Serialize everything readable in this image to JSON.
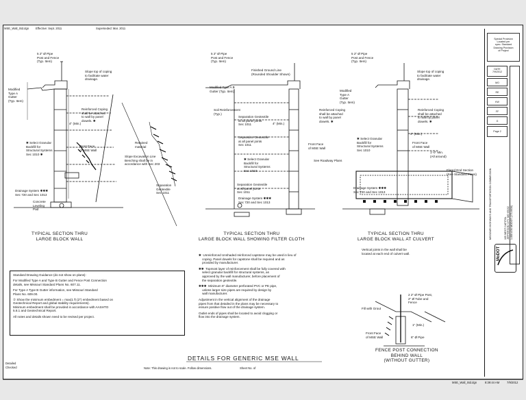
{
  "header": {
    "file_ref": "MSE_Wall_Std.dgn",
    "effective": "Effective: Sept. 2011",
    "superseded": "Superseded: Mar. 2011"
  },
  "footer": {
    "left_line1": "Detailed",
    "left_line2": "Checked",
    "note": "Note: This drawing is not to scale. Follow dimensions.",
    "sheet": "Sheet No.      of",
    "right_file": "MSE_Wall_Std.dgn",
    "right_time": "8:39:44 AM",
    "right_date": "7/9/2012"
  },
  "title": "DETAILS FOR GENERIC MSE WALL",
  "sections": [
    {
      "line1": "TYPICAL SECTION THRU",
      "line2": "LARGE BLOCK WALL"
    },
    {
      "line1": "TYPICAL SECTION THRU",
      "line2": "LARGE BLOCK WALL SHOWING FILTER CLOTH"
    },
    {
      "line1": "TYPICAL SECTION THRU",
      "line2": "LARGE BLOCK WALL AT CULVERT"
    }
  ],
  "fence_detail": {
    "line1": "FENCE POST CONNECTION",
    "line2": "BEHIND WALL",
    "line3": "(WITHOUT GUTTER)"
  },
  "left_callouts": {
    "pipe": "5 2\" Ø Pipe\nPost and Fence\n(Typ. Item)",
    "slope": "Slope top of coping\nto facilitate water\ndrainage.",
    "modified": "Modified\nType A\nGutter\n(Typ. Item)",
    "coping": "Reinforced Coping\nshall be attached\nto wall by panel\ndowels. ✱",
    "dim": "4\" (Min.)",
    "granular": "✱ Select Granular\nBackfill for\nStructural Systems\nSec 1010 ✱",
    "front": "Front Face\nof MSE Wall",
    "drainage": "Drainage System ✱✱✱\nSec 720 and Sec 1013",
    "leveling": "Concrete\nLeveling\nPad",
    "retained": "Retained\nmaterial",
    "excavation": "Slope Excavation Line\nBenching shall be in\naccordance with Sec 203",
    "separation": "Separation\nGeotextile\nSec 1011"
  },
  "middle_callouts": {
    "pipe": "5 2\" Ø Pipe\nPost and Fence\n(Typ. Item)",
    "ground": "Finished Ground Line\n(Rounded Shoulder Shown)",
    "modified": "Modified Type A B\nGutter (Typ. Item)",
    "soil": "Soil Reinforcement\n(Typ.)",
    "sep1": "Separation Geotextile\nat all panel joints\nSec 1011",
    "sep2": "Separation Geotextile\nat all panel joints\nSec 1011",
    "coping": "Reinforced Coping\nshall be attached\nto wall by panel\ndowels. ✱",
    "front": "Front Face\nof MSE Wall",
    "dim": "4\" (Min.)",
    "granular": "✱ Select Granular\nBackfill for\nStructural Systems\nSec 1010",
    "sep3": "Separation Geotextile\nat all panel joints\nSec 1011",
    "drainage": "Drainage System ✱✱✱\nSec 720 and Sec 1013"
  },
  "right_callouts": {
    "pipe": "5 2\" Ø Pipe\nPost and Fence\n(Typ. Item)",
    "slope": "Slope top of coping\nto facilitate water\ndrainage.",
    "modified": "Modified\nType A\nGutter\n(Typ. Item)",
    "coping": "Reinforced Coping\nshall be attached\nto wall by panel\ndowels. ✱",
    "dim": "4\" (Min.)",
    "granular": "✱ Select Granular\nBackfill for\nStructural Systems\nSec 1010",
    "front": "Front Face\nof MSE Wall",
    "cover": "1'-0\" Min.\n(All around)",
    "roadway": "See Roadway Plans",
    "flared": "Flared End Section\n(See Standard Plans)",
    "drainage": "Drainage System ✱✱✱\nSec 720 and Sec 1013",
    "culvert_note": "Vertical joints in the wall shall be\nlocated at each end of culvert wall."
  },
  "notes": [
    "✱  Unreinforced Unshaded reinforced capstone may be used in lieu of\n    coping. Panel dowels for capstone shall be required and as\n    provided by manufacturer.",
    "✱✱  Topmost layer of reinforcement shall be fully covered with\n    select granular backfill for structural systems, as\n    approved by the wall manufacturer, before placement of\n    the separation geotextile.",
    "✱✱✱  Minimum 6\" diameter perforated PVC or PE pipe,\n    unless larger size pipes are required by design by\n    wall manufacturer.",
    "Adjustment in the vertical alignment of the drainage\npipes from that detailed in the plans may be necessary to\nensure positive flow out of the drainage system.",
    "Outlet ends of pipes shall be located to avoid clogging or\nflow into the drainage system."
  ],
  "guidance": [
    "Standard Drawing Guidance (do not show on plans):",
    "For Modified Type A and Type B Gutter and Fence Post Connection\ndetails, see Missouri Standard Plans No. 607.11.",
    "For Type A Type B Gutter information, see Missouri Standard\nPlans No. 609.00.",
    "② Show the minimum embedment = max(1 ft (2\") embedment based on\nGeotechnical Report and global stability requirements).\nMinimum embedment shall be provided in accordance with AASHTO\n5.8.1 and Geotechnical Report.",
    "All notes and details shown need to be revised per project."
  ],
  "fence_callouts": {
    "rail": "2 2\" Ø Pipe Post,\n2\" Ø Tube and\nFence",
    "fill": "Fill with Grout",
    "front": "Front Face\nof MSE Wall",
    "min": "1\" (Min.)",
    "pipe": "6\" Ø Pipe"
  },
  "title_block": {
    "top_note": "Special Provision\nLocated per\nspec. Standard\nDrawing Provision\nof Project",
    "date_label": "DATE",
    "date_value": "7/9/2012",
    "rows": [
      "MO",
      "RE",
      "KW",
      "FF",
      "G"
    ],
    "page_label": "Page 2",
    "vert_agency": "MISSOURI HIGHWAYS AND TRANSPORTATION COMMISSION",
    "vert_addr": "105 WEST CAPITOL\nJEFFERSON CITY, MO 65102\n1-888 ASK MODOT (275-6636)",
    "logo": "MoDOT"
  }
}
